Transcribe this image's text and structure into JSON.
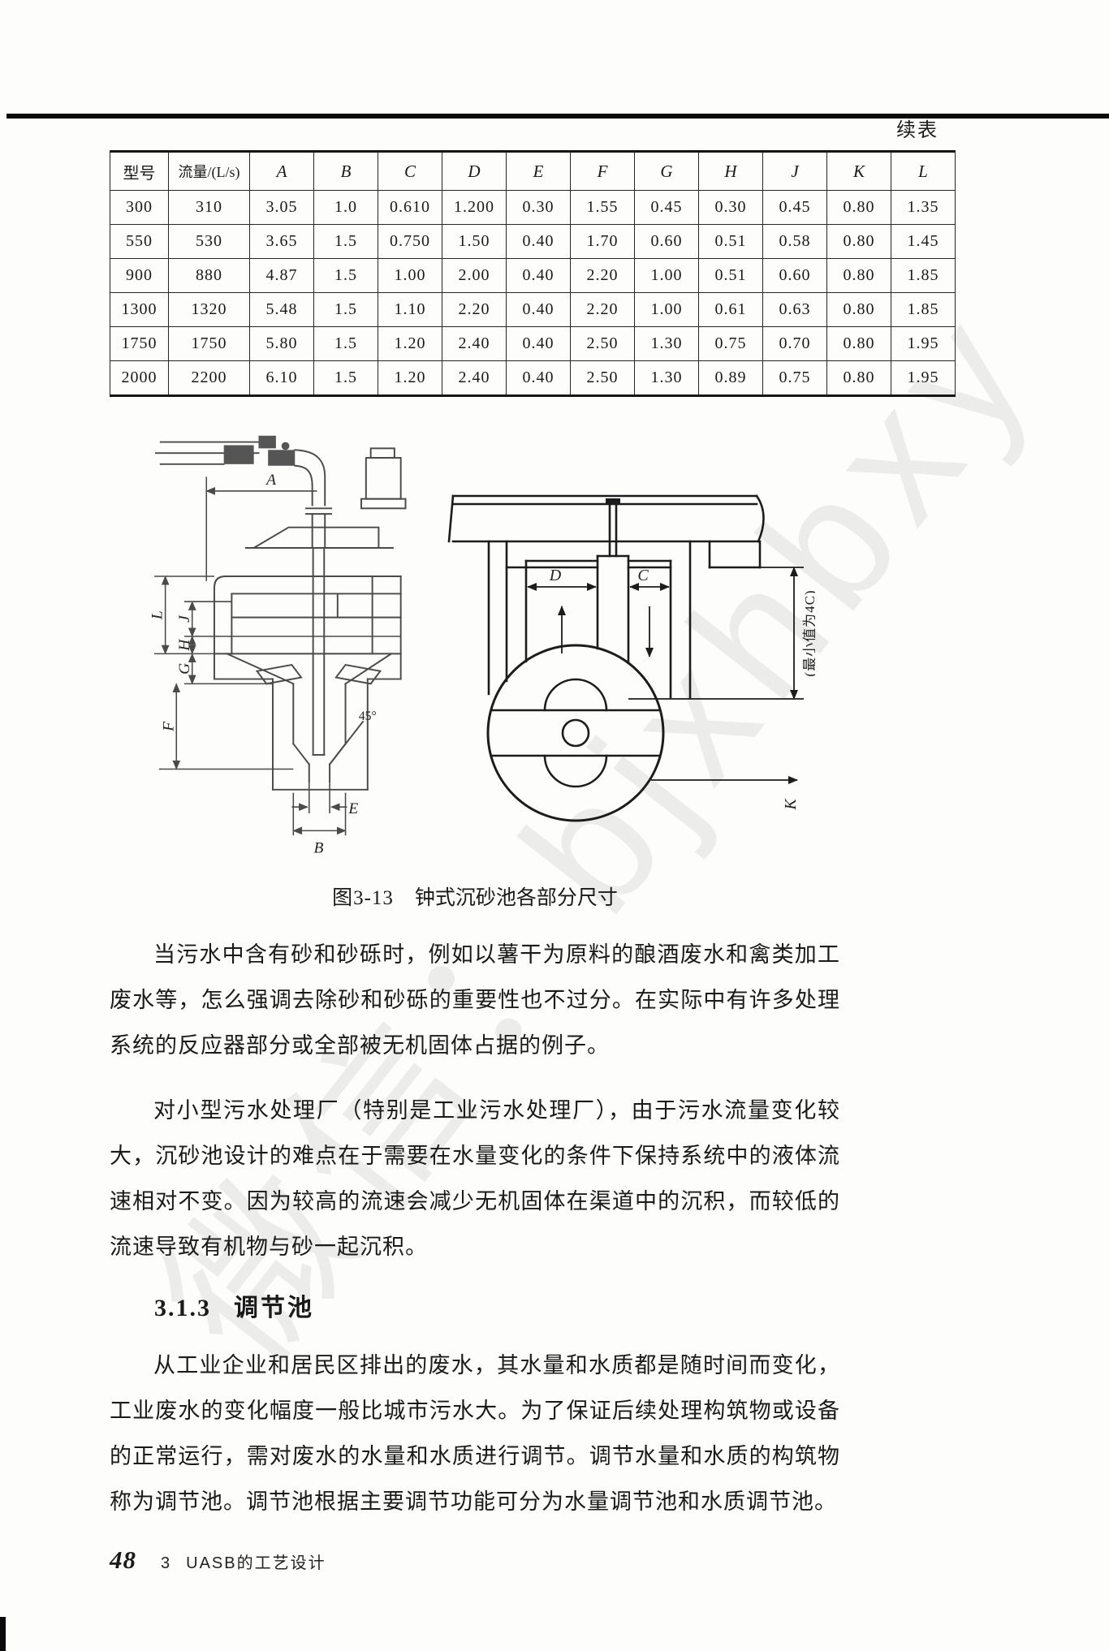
{
  "page": {
    "continuation_label": "续表",
    "watermark": "微信：bjxhbxy"
  },
  "table": {
    "headers": [
      "型号",
      "流量/(L/s)",
      "A",
      "B",
      "C",
      "D",
      "E",
      "F",
      "G",
      "H",
      "J",
      "K",
      "L"
    ],
    "rows": [
      [
        "300",
        "310",
        "3.05",
        "1.0",
        "0.610",
        "1.200",
        "0.30",
        "1.55",
        "0.45",
        "0.30",
        "0.45",
        "0.80",
        "1.35"
      ],
      [
        "550",
        "530",
        "3.65",
        "1.5",
        "0.750",
        "1.50",
        "0.40",
        "1.70",
        "0.60",
        "0.51",
        "0.58",
        "0.80",
        "1.45"
      ],
      [
        "900",
        "880",
        "4.87",
        "1.5",
        "1.00",
        "2.00",
        "0.40",
        "2.20",
        "1.00",
        "0.51",
        "0.60",
        "0.80",
        "1.85"
      ],
      [
        "1300",
        "1320",
        "5.48",
        "1.5",
        "1.10",
        "2.20",
        "0.40",
        "2.20",
        "1.00",
        "0.61",
        "0.63",
        "0.80",
        "1.85"
      ],
      [
        "1750",
        "1750",
        "5.80",
        "1.5",
        "1.20",
        "2.40",
        "0.40",
        "2.50",
        "1.30",
        "0.75",
        "0.70",
        "0.80",
        "1.95"
      ],
      [
        "2000",
        "2200",
        "6.10",
        "1.5",
        "1.20",
        "2.40",
        "0.40",
        "2.50",
        "1.30",
        "0.89",
        "0.75",
        "0.80",
        "1.95"
      ]
    ]
  },
  "figure": {
    "caption_label": "图3-13",
    "caption_text": "钟式沉砂池各部分尺寸",
    "left_labels": {
      "a": "A",
      "l": "L",
      "j": "J",
      "h": "H",
      "g": "G",
      "f": "F",
      "e": "E",
      "b": "B",
      "angle": "45°"
    },
    "right_labels": {
      "d": "D",
      "c": "C",
      "k": "K",
      "note": "(最小值为4C)"
    }
  },
  "content": {
    "paragraph_1": "当污水中含有砂和砂砾时，例如以薯干为原料的酿酒废水和禽类加工废水等，怎么强调去除砂和砂砾的重要性也不过分。在实际中有许多处理系统的反应器部分或全部被无机固体占据的例子。",
    "paragraph_2": "对小型污水处理厂（特别是工业污水处理厂），由于污水流量变化较大，沉砂池设计的难点在于需要在水量变化的条件下保持系统中的液体流速相对不变。因为较高的流速会减少无机固体在渠道中的沉积，而较低的流速导致有机物与砂一起沉积。",
    "heading_number": "3.1.3",
    "heading_title": "调节池",
    "paragraph_3": "从工业企业和居民区排出的废水，其水量和水质都是随时间而变化，工业废水的变化幅度一般比城市污水大。为了保证后续处理构筑物或设备的正常运行，需对废水的水量和水质进行调节。调节水量和水质的构筑物称为调节池。调节池根据主要调节功能可分为水量调节池和水质调节池。"
  },
  "footer": {
    "page_number": "48",
    "chapter_number": "3",
    "chapter_title": "UASB的工艺设计"
  }
}
